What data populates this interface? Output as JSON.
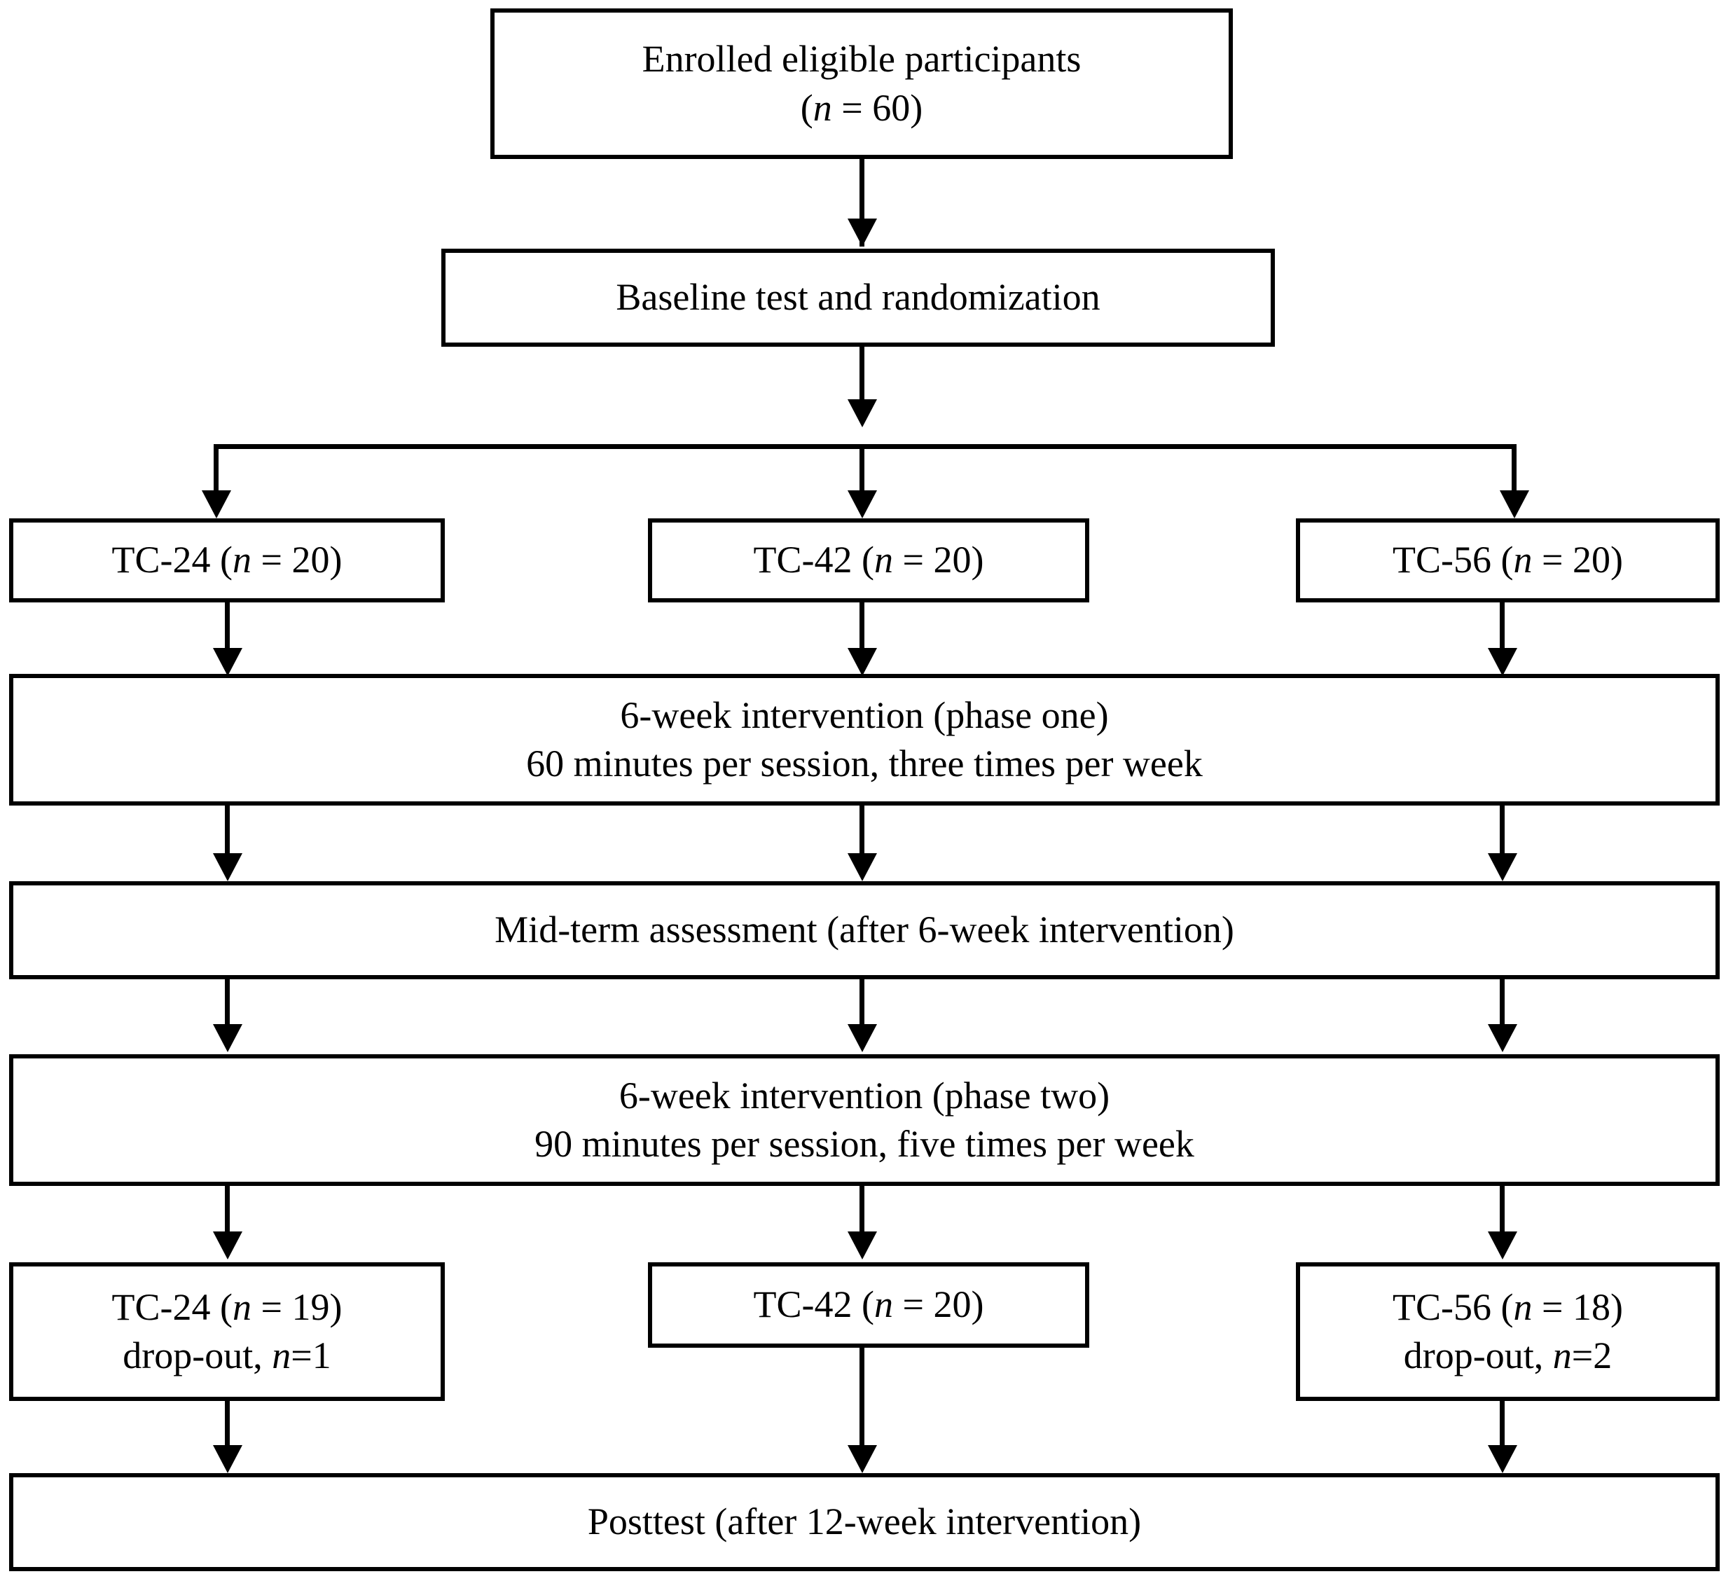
{
  "diagram": {
    "title": "CONSORT-style participant flow diagram",
    "colors": {
      "stroke": "#000000",
      "background": "#ffffff",
      "text": "#000000"
    },
    "nodes": [
      {
        "id": "enrolled",
        "name": "enrolled-participants-box",
        "lines": [
          "Enrolled eligible participants",
          "(n = 60)"
        ],
        "line1": "Enrolled eligible participants",
        "line2_pre": "(",
        "line2_italic": "n",
        "line2_post": " = 60)"
      },
      {
        "id": "baseline",
        "name": "baseline-randomization-box",
        "line1": "Baseline test and randomization"
      },
      {
        "id": "tc24_top",
        "name": "tc24-allocation-box",
        "line1_pre": "TC-24 (",
        "line1_italic": "n",
        "line1_post": " = 20)"
      },
      {
        "id": "tc42_top",
        "name": "tc42-allocation-box",
        "line1_pre": "TC-42 (",
        "line1_italic": "n",
        "line1_post": " = 20)"
      },
      {
        "id": "tc56_top",
        "name": "tc56-allocation-box",
        "line1_pre": "TC-56 (",
        "line1_italic": "n",
        "line1_post": " = 20)"
      },
      {
        "id": "phase_one",
        "name": "intervention-phase-one-box",
        "line1": "6-week intervention (phase one)",
        "line2": "60 minutes per session, three times per week"
      },
      {
        "id": "midterm",
        "name": "midterm-assessment-box",
        "line1": "Mid-term assessment (after 6-week intervention)"
      },
      {
        "id": "phase_two",
        "name": "intervention-phase-two-box",
        "line1": "6-week intervention (phase two)",
        "line2": "90 minutes per session, five times per week"
      },
      {
        "id": "tc24_bottom",
        "name": "tc24-retention-box",
        "line1_pre": "TC-24 (",
        "line1_italic": "n",
        "line1_post": " = 19)",
        "line2_pre": "drop-out, ",
        "line2_italic": "n",
        "line2_post": "=1"
      },
      {
        "id": "tc42_bottom",
        "name": "tc42-retention-box",
        "line1_pre": "TC-42 (",
        "line1_italic": "n",
        "line1_post": " = 20)"
      },
      {
        "id": "tc56_bottom",
        "name": "tc56-retention-box",
        "line1_pre": "TC-56 (",
        "line1_italic": "n",
        "line1_post": " = 18)",
        "line2_pre": "drop-out, ",
        "line2_italic": "n",
        "line2_post": "=2"
      },
      {
        "id": "posttest",
        "name": "posttest-box",
        "line1": "Posttest (after 12-week intervention)"
      }
    ]
  }
}
